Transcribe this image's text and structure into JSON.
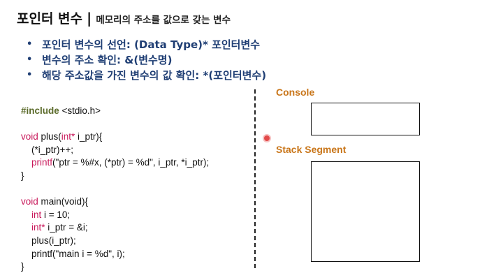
{
  "header": {
    "title": "포인터 변수",
    "separator": "|",
    "subtitle": "메모리의 주소를 값으로 갖는 변수"
  },
  "bullets": [
    {
      "marker": "•",
      "text": "포인터 변수의 선언: (Data Type)* 포인터변수"
    },
    {
      "marker": "•",
      "text": "변수의 주소 확인: &(변수명)"
    },
    {
      "marker": "•",
      "text": "해당 주소값을 가진 변수의 값 확인: *(포인터변수)"
    }
  ],
  "code": {
    "l1_kw": "#include",
    "l1_rest": " <stdio.h>",
    "l3_kw": "void",
    "l3_mid": " plus(",
    "l3_kw2": "int*",
    "l3_rest": " i_ptr){",
    "l4": "    (*i_ptr)++;",
    "l5_kw": "printf",
    "l5_rest": "(\"ptr = %#x, (*ptr) = %d\", i_ptr, *i_ptr);",
    "l6": "}",
    "l8_kw": "void",
    "l8_rest": " main(void){",
    "l9_kw": "int",
    "l9_rest": " i = 10;",
    "l10_kw": "int*",
    "l10_rest": " i_ptr = &i;",
    "l11": "    plus(i_ptr);",
    "l12": "    printf(\"main i = %d\", i);",
    "l13": "}"
  },
  "panels": {
    "console_label": "Console",
    "stack_label": "Stack Segment"
  },
  "colors": {
    "bullet_text": "#1f3e74",
    "keyword": "#c8185a",
    "include": "#5b6b2a",
    "panel_label": "#c9761a"
  }
}
